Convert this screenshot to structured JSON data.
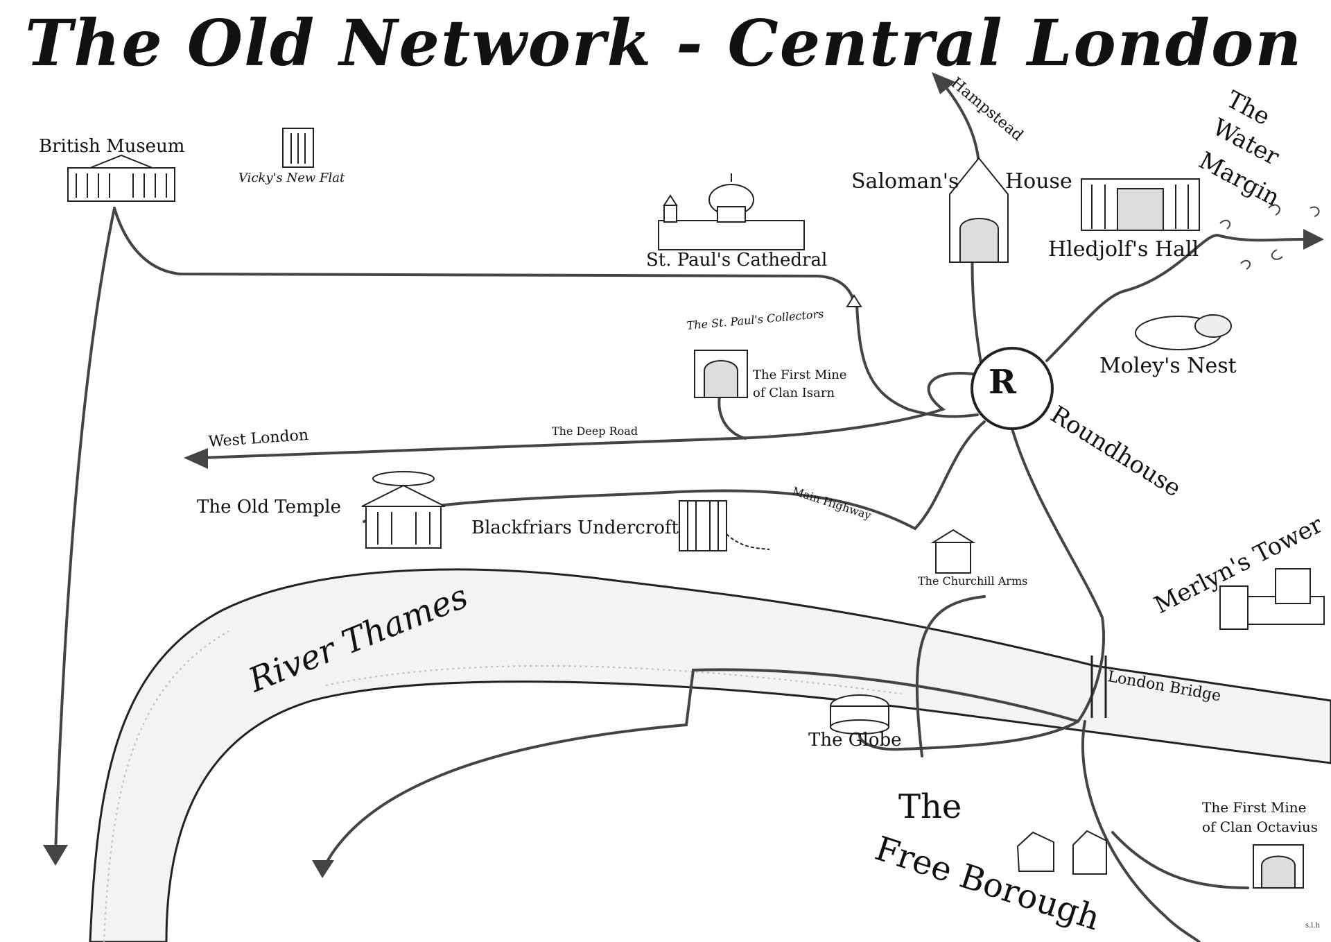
{
  "title": "The Old Network - Central London",
  "colors": {
    "route": "#444444",
    "ink": "#111111",
    "paper": "#ffffff",
    "river_fill": "#f1f1f1"
  },
  "places": {
    "british_museum": "British Museum",
    "vickys_flat": "Vicky's New Flat",
    "st_pauls": "St. Paul's Cathedral",
    "st_pauls_collectors": "The St. Paul's Collectors",
    "first_mine_isarn_1": "The First Mine",
    "first_mine_isarn_2": "of Clan Isarn",
    "saloman_left": "Saloman's",
    "saloman_right": "House",
    "hledjolf": "Hledjolf's Hall",
    "water_margin_1": "The",
    "water_margin_2": "Water",
    "water_margin_3": "Margin",
    "moley": "Moley's Nest",
    "roundhouse": "Roundhouse",
    "roundhouse_letter": "R",
    "old_temple": "The Old Temple",
    "blackfriars": "Blackfriars Undercroft",
    "churchill": "The Churchill Arms",
    "merlyn": "Merlyn's Tower",
    "globe": "The Globe",
    "first_mine_octavius_1": "The First Mine",
    "first_mine_octavius_2": "of Clan Octavius",
    "free_borough_1": "The",
    "free_borough_2": "Free Borough"
  },
  "routes": {
    "hampstead": "Hampstead",
    "west_london": "West London",
    "deep_road": "The Deep Road",
    "main_highway": "Main Highway",
    "london_bridge": "London Bridge"
  },
  "river": {
    "name": "River Thames"
  },
  "signature": "s.l.h",
  "icons": [
    "museum-icon",
    "apartment-icon",
    "cathedral-icon",
    "mine-entrance-icon",
    "church-door-icon",
    "hall-icon",
    "mole-icon",
    "temple-icon",
    "iron-door-icon",
    "pub-icon",
    "tower-icon",
    "globe-theatre-icon",
    "market-stall-icon",
    "swirl-icon",
    "triangle-marker-icon"
  ]
}
